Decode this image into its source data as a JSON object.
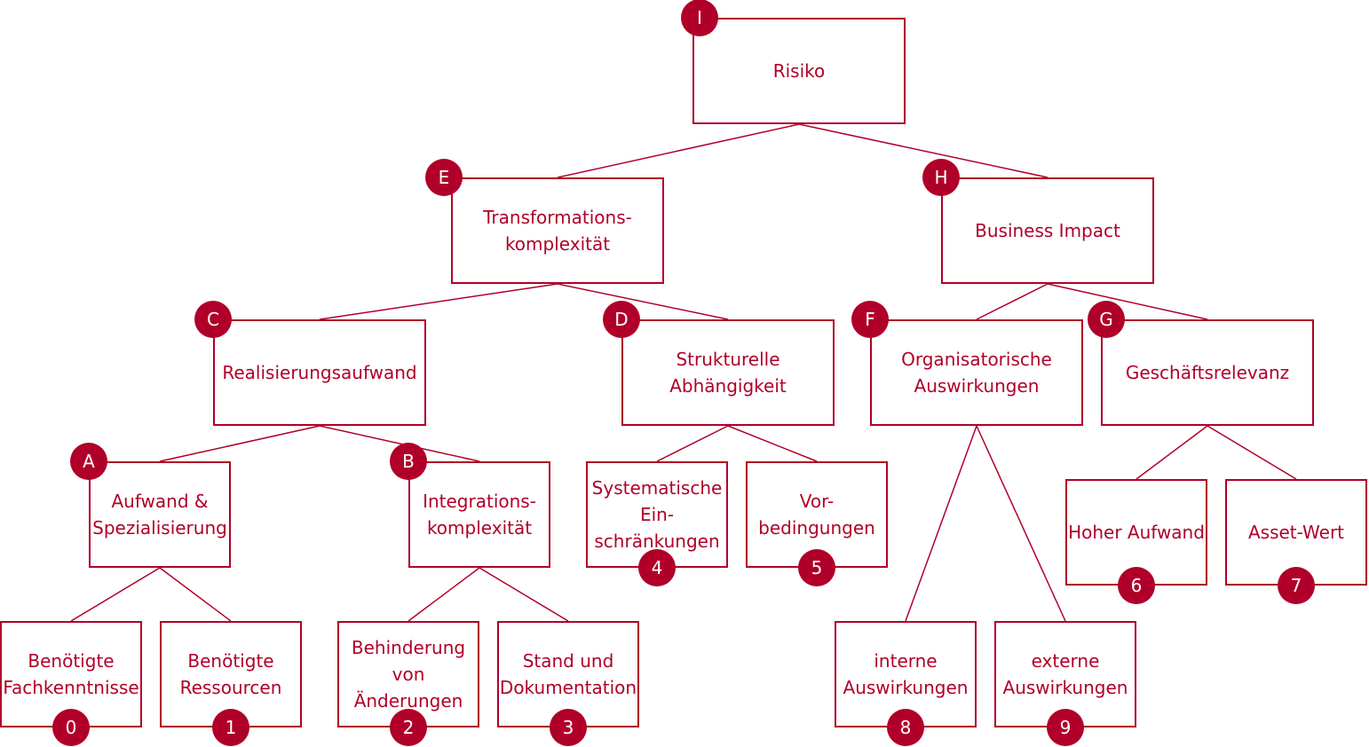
{
  "diagram": {
    "title": "Risiko",
    "accent_color": "#b00029",
    "nodes": [
      {
        "id": "I",
        "badge": "I",
        "lines": [
          "Risiko"
        ]
      },
      {
        "id": "E",
        "badge": "E",
        "lines": [
          "Transformations-",
          "komplexität"
        ]
      },
      {
        "id": "H",
        "badge": "H",
        "lines": [
          "Business Impact"
        ]
      },
      {
        "id": "C",
        "badge": "C",
        "lines": [
          "Realisierungsaufwand"
        ]
      },
      {
        "id": "D",
        "badge": "D",
        "lines": [
          "Strukturelle",
          "Abhängigkeit"
        ]
      },
      {
        "id": "F",
        "badge": "F",
        "lines": [
          "Organisatorische",
          "Auswirkungen"
        ]
      },
      {
        "id": "G",
        "badge": "G",
        "lines": [
          "Geschäftsrelevanz"
        ]
      },
      {
        "id": "A",
        "badge": "A",
        "lines": [
          "Aufwand &",
          "Spezialisierung"
        ]
      },
      {
        "id": "B",
        "badge": "B",
        "lines": [
          "Integrations-",
          "komplexität"
        ]
      },
      {
        "id": "4",
        "badge": "4",
        "lines": [
          "Systematische",
          "Ein-",
          "schränkungen"
        ]
      },
      {
        "id": "5",
        "badge": "5",
        "lines": [
          "Vor-",
          "bedingungen"
        ]
      },
      {
        "id": "6",
        "badge": "6",
        "lines": [
          "Hoher Aufwand"
        ]
      },
      {
        "id": "7",
        "badge": "7",
        "lines": [
          "Asset-Wert"
        ]
      },
      {
        "id": "0",
        "badge": "0",
        "lines": [
          "Benötigte",
          "Fachkenntnisse"
        ]
      },
      {
        "id": "1",
        "badge": "1",
        "lines": [
          "Benötigte",
          "Ressourcen"
        ]
      },
      {
        "id": "2",
        "badge": "2",
        "lines": [
          "Behinderung",
          "von",
          "Änderungen"
        ]
      },
      {
        "id": "3",
        "badge": "3",
        "lines": [
          "Stand und",
          "Dokumentation"
        ]
      },
      {
        "id": "8",
        "badge": "8",
        "lines": [
          "interne",
          "Auswirkungen"
        ]
      },
      {
        "id": "9",
        "badge": "9",
        "lines": [
          "externe",
          "Auswirkungen"
        ]
      }
    ],
    "edges": [
      [
        "I",
        "E"
      ],
      [
        "I",
        "H"
      ],
      [
        "E",
        "C"
      ],
      [
        "E",
        "D"
      ],
      [
        "H",
        "F"
      ],
      [
        "H",
        "G"
      ],
      [
        "C",
        "A"
      ],
      [
        "C",
        "B"
      ],
      [
        "D",
        "4"
      ],
      [
        "D",
        "5"
      ],
      [
        "F",
        "8"
      ],
      [
        "F",
        "9"
      ],
      [
        "G",
        "6"
      ],
      [
        "G",
        "7"
      ],
      [
        "A",
        "0"
      ],
      [
        "A",
        "1"
      ],
      [
        "B",
        "2"
      ],
      [
        "B",
        "3"
      ]
    ]
  }
}
